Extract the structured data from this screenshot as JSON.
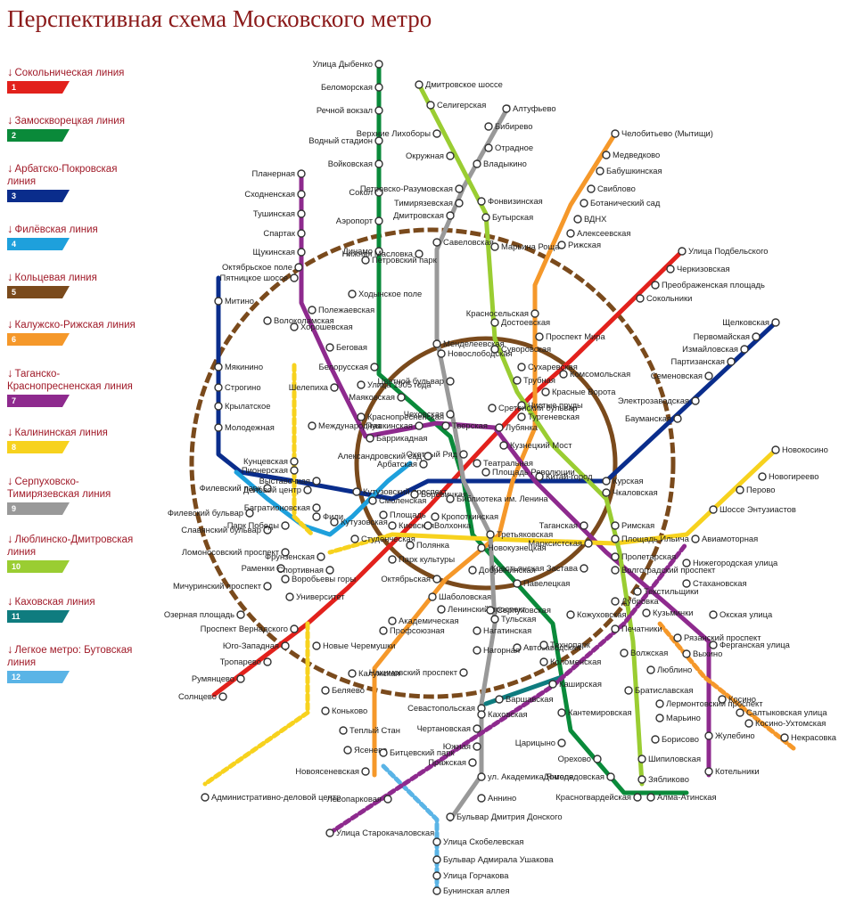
{
  "title": "Перспективная схема Московского метро",
  "legend": [
    {
      "num": "1",
      "name": "Сокольническая линия",
      "color": "#e2211c"
    },
    {
      "num": "2",
      "name": "Замоскворецкая линия",
      "color": "#0a8a3a"
    },
    {
      "num": "3",
      "name": "Арбатско-Покровская линия",
      "color": "#0a2d8c"
    },
    {
      "num": "4",
      "name": "Филёвская линия",
      "color": "#1ea0dc"
    },
    {
      "num": "5",
      "name": "Кольцевая линия",
      "color": "#7a4a1c"
    },
    {
      "num": "6",
      "name": "Калужско-Рижская линия",
      "color": "#f5982a"
    },
    {
      "num": "7",
      "name": "Таганско-Краснопресненская линия",
      "color": "#8e2a8e"
    },
    {
      "num": "8",
      "name": "Калининская линия",
      "color": "#f7d21e"
    },
    {
      "num": "9",
      "name": "Серпуховско-Тимирязевская линия",
      "color": "#999999"
    },
    {
      "num": "10",
      "name": "Люблинско-Дмитровская линия",
      "color": "#9acd32"
    },
    {
      "num": "11",
      "name": "Каховская линия",
      "color": "#0f7c7f"
    },
    {
      "num": "12",
      "name": "Легкое метро: Бутовская линия",
      "color": "#5ab4e6"
    }
  ],
  "stations": [
    "Улица Дыбенко",
    "Беломорская",
    "Речной вокзал",
    "Водный стадион",
    "Войковская",
    "Сокол",
    "Аэропорт",
    "Динамо",
    "Дмитровское шоссе",
    "Селигерская",
    "Алтуфьево",
    "Бибирево",
    "Верхние Лихоборы",
    "Отрадное",
    "Окружная",
    "Владыкино",
    "Петровско-Разумовская",
    "Тимирязевская",
    "Дмитровская",
    "Савеловская",
    "Фонвизинская",
    "Бутырская",
    "Марьина Роща",
    "Челобитьево (Мытищи)",
    "Медведково",
    "Бабушкинская",
    "Свиблово",
    "Ботанический сад",
    "ВДНХ",
    "Алексеевская",
    "Рижская",
    "Улица Подбельского",
    "Черкизовская",
    "Преображенская площадь",
    "Сокольники",
    "Планерная",
    "Сходненская",
    "Тушинская",
    "Спартак",
    "Щукинская",
    "Октябрьское поле",
    "Пятницкое шоссе",
    "Петровский парк",
    "Ходынское поле",
    "Полежаевская",
    "Нижняя Масловка",
    "Красносельская",
    "Проспект Мира",
    "Комсомольская",
    "Красные Ворота",
    "Чистые пруды",
    "Тургеневская",
    "Щелковская",
    "Первомайская",
    "Измайловская",
    "Партизанская",
    "Семеновская",
    "Электрозаводская",
    "Бауманская",
    "Митино",
    "Волоколамская",
    "Хорошевская",
    "Беговая",
    "Менделеевская",
    "Новослободская",
    "Достоевская",
    "Суворовская",
    "Сухаревская",
    "Трубная",
    "Сретенский бульвар",
    "Цветной бульвар",
    "Мякинино",
    "Строгино",
    "Крылатское",
    "Молодежная",
    "Белорусская",
    "Улица 1905 года",
    "Маяковская",
    "Чеховская",
    "Пушкинская",
    "Тверская",
    "Лубянка",
    "Кузнецкий Мост",
    "Шелепиха",
    "Международная",
    "Краснопресненская",
    "Баррикадная",
    "Охотный Ряд",
    "Театральная",
    "Площадь Революции",
    "Александровский сад",
    "Арбатская",
    "Китай-город",
    "Курская",
    "Чкаловская",
    "Новокосино",
    "Новогиреево",
    "Перово",
    "Шоссе Энтузиастов",
    "Кунцевская",
    "Пионерская",
    "Филевский парк",
    "Багратионовская",
    "Выставочная",
    "Деловой центр",
    "Кутузовский проспект",
    "Смоленская",
    "Боровицкая",
    "Библиотека им. Ленина",
    "Филевский бульвар",
    "Славянский бульвар",
    "Парк Победы",
    "Фили",
    "Кутузовская",
    "Студенческая",
    "Киевская",
    "Площадь",
    "Кропоткинская",
    "Волхонка",
    "Таганская",
    "Марксистская",
    "Римская",
    "Площадь Ильича",
    "Авиамоторная",
    "Ломоносовский проспект",
    "Раменки",
    "Фрунзенская",
    "Полянка",
    "Третьяковская",
    "Новокузнецкая",
    "Пролетарская",
    "Нижегородская улица",
    "Спортивная",
    "Парк культуры",
    "Крестьянская Застава",
    "Волгоградский проспект",
    "Мичуринский проспект",
    "Воробьевы горы",
    "Октябрьская",
    "Добрынинская",
    "Павелецкая",
    "Текстильщики",
    "Стахановская",
    "Озерная площадь",
    "Университет",
    "Шаболовская",
    "Дубровка",
    "Кузьминки",
    "Окская улица",
    "Ленинский проспект",
    "Серпуховская",
    "Кожуховская",
    "Рязанский проспект",
    "Проспект Вернадского",
    "Академическая",
    "Тульская",
    "Печатники",
    "Выхино",
    "Ферганская улица",
    "Юго-Западная",
    "Новые Черемушки",
    "Профсоюзная",
    "Нагатинская",
    "Автозаводская",
    "Технопарк",
    "Волжская",
    "Люблино",
    "Тропарево",
    "Калужская",
    "Нагорная",
    "Коломенская",
    "Братиславская",
    "Румянцево",
    "Нахимовский проспект",
    "Каширская",
    "Варшавская",
    "Марьино",
    "Солнцево",
    "Беляево",
    "Севастопольская",
    "Каховская",
    "Кантемировская",
    "Лермонтовский проспект",
    "Косино",
    "Салтыковская улица",
    "Косино-Ухтомская",
    "Коньково",
    "Чертановская",
    "Жулебино",
    "Некрасовка",
    "Теплый Стан",
    "Южная",
    "Царицыно",
    "Борисово",
    "Ясенево",
    "Битцевский парк",
    "Пражская",
    "Шипиловская",
    "Котельники",
    "Новоясеневская",
    "ул. Академика Янгеля",
    "Орехово",
    "Зябликово",
    "Аннино",
    "Домодедовская",
    "Алма-Атинская",
    "Административно-деловой центр",
    "Лесопарковая",
    "Красногвардейская",
    "Улица Старокачаловская",
    "Бульвар Дмитрия Донского",
    "Улица Скобелевская",
    "Бульвар Адмирала Ушакова",
    "Улица Горчакова",
    "Бунинская аллея"
  ]
}
